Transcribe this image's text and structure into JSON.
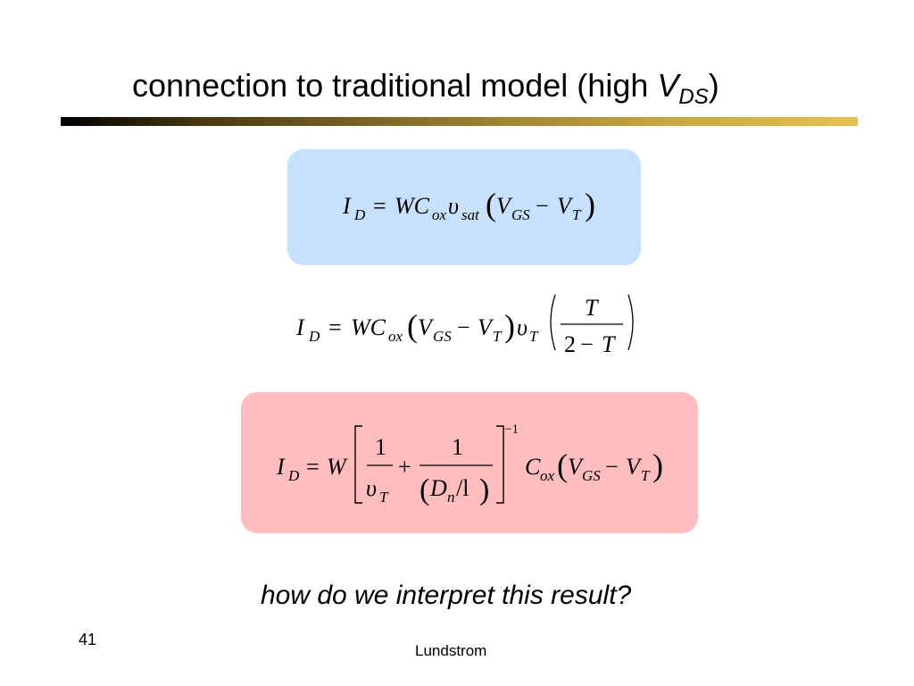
{
  "title": {
    "text": "connection to traditional model (high ",
    "v": "V",
    "sub": "DS",
    "close": ")"
  },
  "colors": {
    "blue_box": "#c7e1fd",
    "pink_box": "#ffbdbd",
    "rule_start": "#000000",
    "rule_end": "#e8c24a"
  },
  "eq1": {
    "I": "I",
    "D": "D",
    "eq": "=",
    "WC": "WC",
    "ox": "ox",
    "upsilon": "υ",
    "sat": "sat",
    "lp": "(",
    "V1": "V",
    "GS": "GS",
    "minus": "−",
    "V2": "V",
    "T": "T",
    "rp": ")"
  },
  "eq2": {
    "I": "I",
    "D": "D",
    "eq": "=",
    "WC": "WC",
    "ox": "ox",
    "lp": "(",
    "V1": "V",
    "GS": "GS",
    "minus": "−",
    "V2": "V",
    "T": "T",
    "rp": ")",
    "upsilon": "υ",
    "Tsub": "T",
    "num": "T",
    "den_two": "2",
    "den_minus": "−",
    "den_T": "T"
  },
  "eq3": {
    "I": "I",
    "D": "D",
    "eq": "=",
    "W": "W",
    "one_a": "1",
    "plus": "+",
    "one_b": "1",
    "upsilon": "υ",
    "Tsub": "T",
    "lp_in": "(",
    "Dn": "D",
    "n": "n",
    "slash_l": "/l",
    "rp_in": ")",
    "exp": "−1",
    "C": "C",
    "ox": "ox",
    "lp": "(",
    "V1": "V",
    "GS": "GS",
    "minus": "−",
    "V2": "V",
    "T": "T",
    "rp": ")"
  },
  "question": "how do we interpret this result?",
  "slide_number": "41",
  "author": "Lundstrom"
}
